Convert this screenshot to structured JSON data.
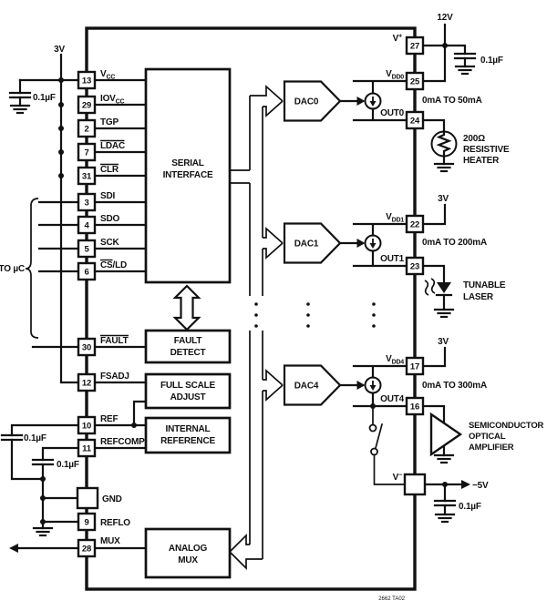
{
  "colors": {
    "ink": "#111111",
    "bg": "#ffffff"
  },
  "caption": "2662 TA02",
  "to_uc": "TO µC",
  "supplies": {
    "v3_left": "3V",
    "v12": "12V",
    "v3_vdd1": "3V",
    "v3_vdd4": "3V",
    "vneg": "−5V",
    "cap_vcc": "0.1µF",
    "cap_vplus": "0.1µF",
    "cap_ref": "0.1µF",
    "cap_refcomp": "0.1µF",
    "cap_vneg": "0.1µF"
  },
  "pins_left": [
    {
      "num": "13",
      "pre": "V",
      "sub": "CC"
    },
    {
      "num": "29",
      "pre": "IOV",
      "sub": "CC"
    },
    {
      "num": "2",
      "pre": "TGP"
    },
    {
      "num": "7",
      "over": "LDAC"
    },
    {
      "num": "31",
      "over": "CLR"
    },
    {
      "num": "3",
      "pre": "SDI"
    },
    {
      "num": "4",
      "pre": "SDO"
    },
    {
      "num": "5",
      "pre": "SCK"
    },
    {
      "num": "6",
      "over": "CS",
      "post": "/LD"
    },
    {
      "num": "30",
      "over": "FAULT"
    },
    {
      "num": "12",
      "pre": "FSADJ"
    },
    {
      "num": "10",
      "pre": "REF"
    },
    {
      "num": "11",
      "pre": "REFCOMP"
    },
    {
      "num": "",
      "pre": "GND"
    },
    {
      "num": "9",
      "pre": "REFLO"
    },
    {
      "num": "28",
      "pre": "MUX"
    }
  ],
  "pins_right": [
    {
      "num": "27",
      "pre": "V",
      "sup": "+"
    },
    {
      "num": "25",
      "pre": "V",
      "sub": "DD0"
    },
    {
      "num": "24",
      "pre": "OUT0"
    },
    {
      "num": "22",
      "pre": "V",
      "sub": "DD1"
    },
    {
      "num": "23",
      "pre": "OUT1"
    },
    {
      "num": "17",
      "pre": "V",
      "sub": "DD4"
    },
    {
      "num": "16",
      "pre": "OUT4"
    },
    {
      "num": "",
      "pre": "V",
      "sup": "−"
    }
  ],
  "blocks": {
    "serial": {
      "l1": "SERIAL",
      "l2": "INTERFACE"
    },
    "fault": {
      "l1": "FAULT",
      "l2": "DETECT"
    },
    "fsa": {
      "l1": "FULL SCALE",
      "l2": "ADJUST"
    },
    "intref": {
      "l1": "INTERNAL",
      "l2": "REFERENCE"
    },
    "amux": {
      "l1": "ANALOG",
      "l2": "MUX"
    }
  },
  "dacs": [
    {
      "label": "DAC0"
    },
    {
      "label": "DAC1"
    },
    {
      "label": "DAC4"
    }
  ],
  "ranges": {
    "out0": "0mA TO 50mA",
    "out1": "0mA TO 200mA",
    "out4": "0mA TO 300mA"
  },
  "loads": {
    "heater": {
      "l1": "200Ω",
      "l2": "RESISTIVE",
      "l3": "HEATER"
    },
    "laser": {
      "l1": "TUNABLE",
      "l2": "LASER"
    },
    "soa": {
      "l1": "SEMICONDUCTOR",
      "l2": "OPTICAL",
      "l3": "AMPLIFIER"
    }
  }
}
